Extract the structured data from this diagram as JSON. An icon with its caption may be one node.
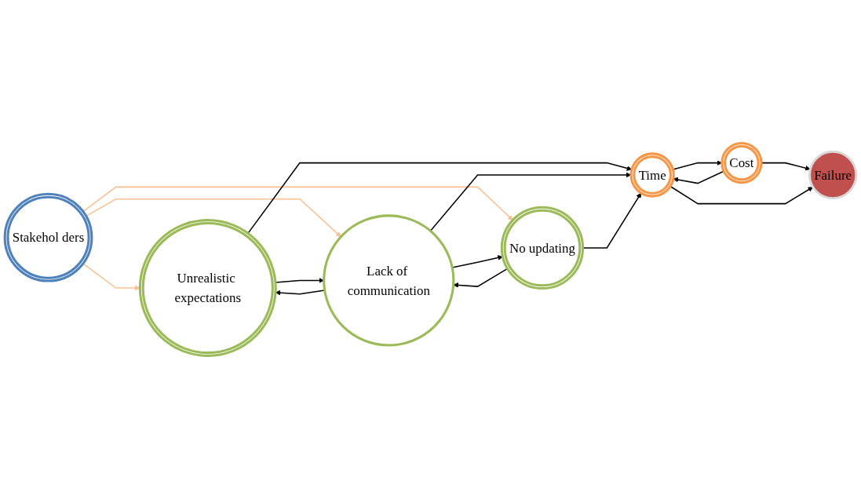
{
  "diagram": {
    "nodes": [
      {
        "text": [
          "Stakehol ders"
        ]
      },
      {
        "text": [
          "Unrealistic expectations"
        ]
      },
      {
        "text": [
          "Lack of communication"
        ]
      },
      {
        "text": [
          "No updating"
        ]
      },
      {
        "text": [
          "Cost"
        ]
      },
      {
        "text": [
          "Time"
        ]
      },
      {
        "text": [
          "Failure"
        ]
      }
    ],
    "edges": [
      {
        "from": 0,
        "to": 1,
        "arrow": "to",
        "color": "#fac090"
      },
      {
        "from": 0,
        "to": 2,
        "arrow": "to",
        "color": "#fac090"
      },
      {
        "from": 0,
        "to": 3,
        "arrow": "to",
        "color": "#fac090"
      },
      {
        "from": 1,
        "to": 2,
        "arrow": "to"
      },
      {
        "from": 2,
        "to": 1,
        "arrow": "to"
      },
      {
        "from": 1,
        "to": 5,
        "arrow": "to"
      },
      {
        "from": 2,
        "to": 3,
        "arrow": "to"
      },
      {
        "from": 3,
        "to": 2,
        "arrow": "to"
      },
      {
        "from": 2,
        "to": 5,
        "arrow": "to"
      },
      {
        "from": 3,
        "to": 5,
        "arrow": "to"
      },
      {
        "from": 5,
        "to": 4,
        "arrow": "to"
      },
      {
        "from": 4,
        "to": 5,
        "arrow": "to"
      },
      {
        "from": 4,
        "to": 6,
        "arrow": "to"
      },
      {
        "from": 5,
        "to": 6,
        "arrow": "to"
      }
    ]
  }
}
